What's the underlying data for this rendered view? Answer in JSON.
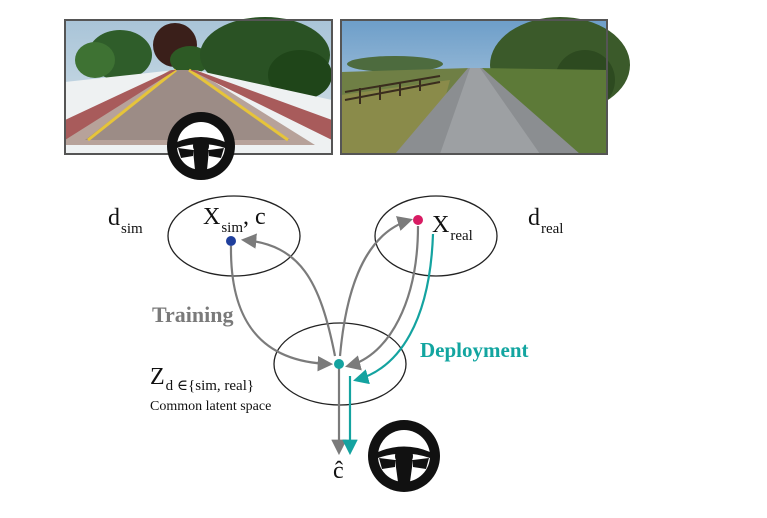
{
  "labels": {
    "d_sim_main": "d",
    "d_sim_sub": "sim",
    "x_sim_main": "X",
    "x_sim_sub": "sim",
    "x_sim_suffix": ", c",
    "d_real_main": "d",
    "d_real_sub": "real",
    "x_real_main": "X",
    "x_real_sub": "real",
    "z_main": "Z",
    "z_sub": "d ∈{sim, real}",
    "latent_caption": "Common latent space",
    "training": "Training",
    "deployment": "Deployment",
    "c_hat": "ĉ"
  },
  "colors": {
    "gray_arrow": "#7b7b7b",
    "teal": "#14a3a0",
    "sim_dot": "#1f3f9c",
    "real_dot": "#d81b63",
    "latent_dot": "#14a3a0"
  },
  "icons": [
    "steering-wheel-icon",
    "steering-wheel-icon"
  ]
}
